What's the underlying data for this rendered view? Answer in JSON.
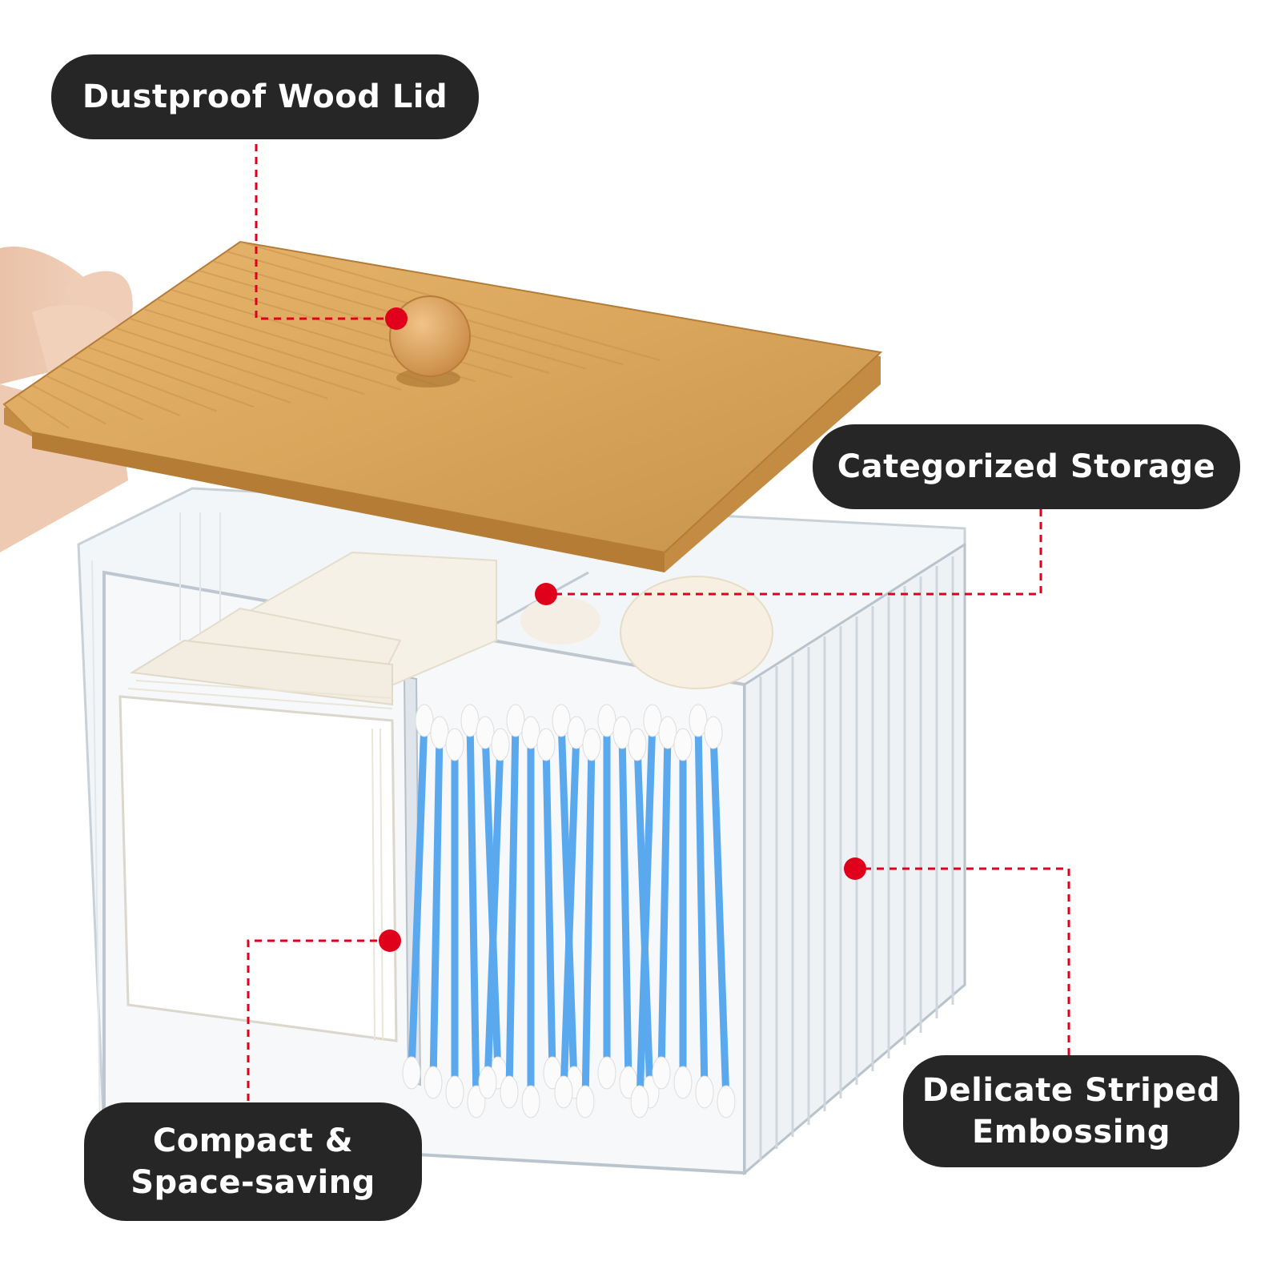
{
  "callouts": {
    "lid": {
      "label": "Dustproof Wood Lid"
    },
    "storage": {
      "label": "Categorized Storage"
    },
    "compact": {
      "line1": "Compact &",
      "line2": "Space-saving"
    },
    "embossing": {
      "line1": "Delicate Striped",
      "line2": "Embossing"
    }
  },
  "colors": {
    "callout_bg": "#262626",
    "callout_text": "#ffffff",
    "leader_line": "#e0001b",
    "bamboo": "#d9a65c",
    "swab_stick": "#5aa8ee",
    "acrylic": "#eef2f5"
  }
}
